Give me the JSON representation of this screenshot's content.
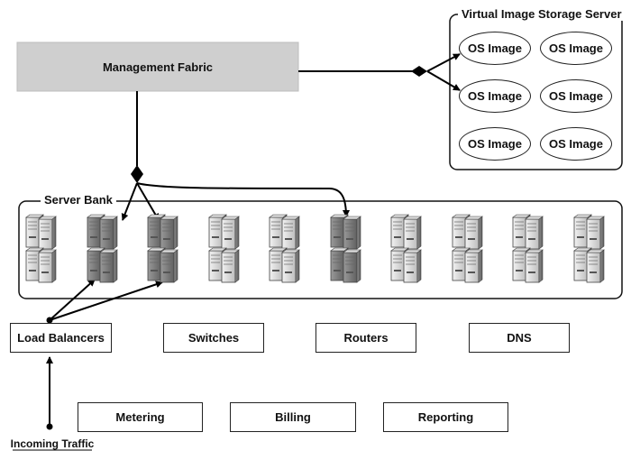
{
  "management_fabric": {
    "label": "Management Fabric",
    "fill": "#cfcfcf"
  },
  "storage": {
    "title": "Virtual Image Storage Server",
    "images": [
      "OS Image",
      "OS Image",
      "OS Image",
      "OS Image",
      "OS Image",
      "OS Image"
    ]
  },
  "server_bank": {
    "title": "Server Bank",
    "server_count": 10
  },
  "services": {
    "load_balancers": "Load Balancers",
    "switches": "Switches",
    "routers": "Routers",
    "dns": "DNS",
    "metering": "Metering",
    "billing": "Billing",
    "reporting": "Reporting"
  },
  "incoming": {
    "label": "Incoming Traffic"
  },
  "icons": {
    "server": "server-rack-icon"
  }
}
